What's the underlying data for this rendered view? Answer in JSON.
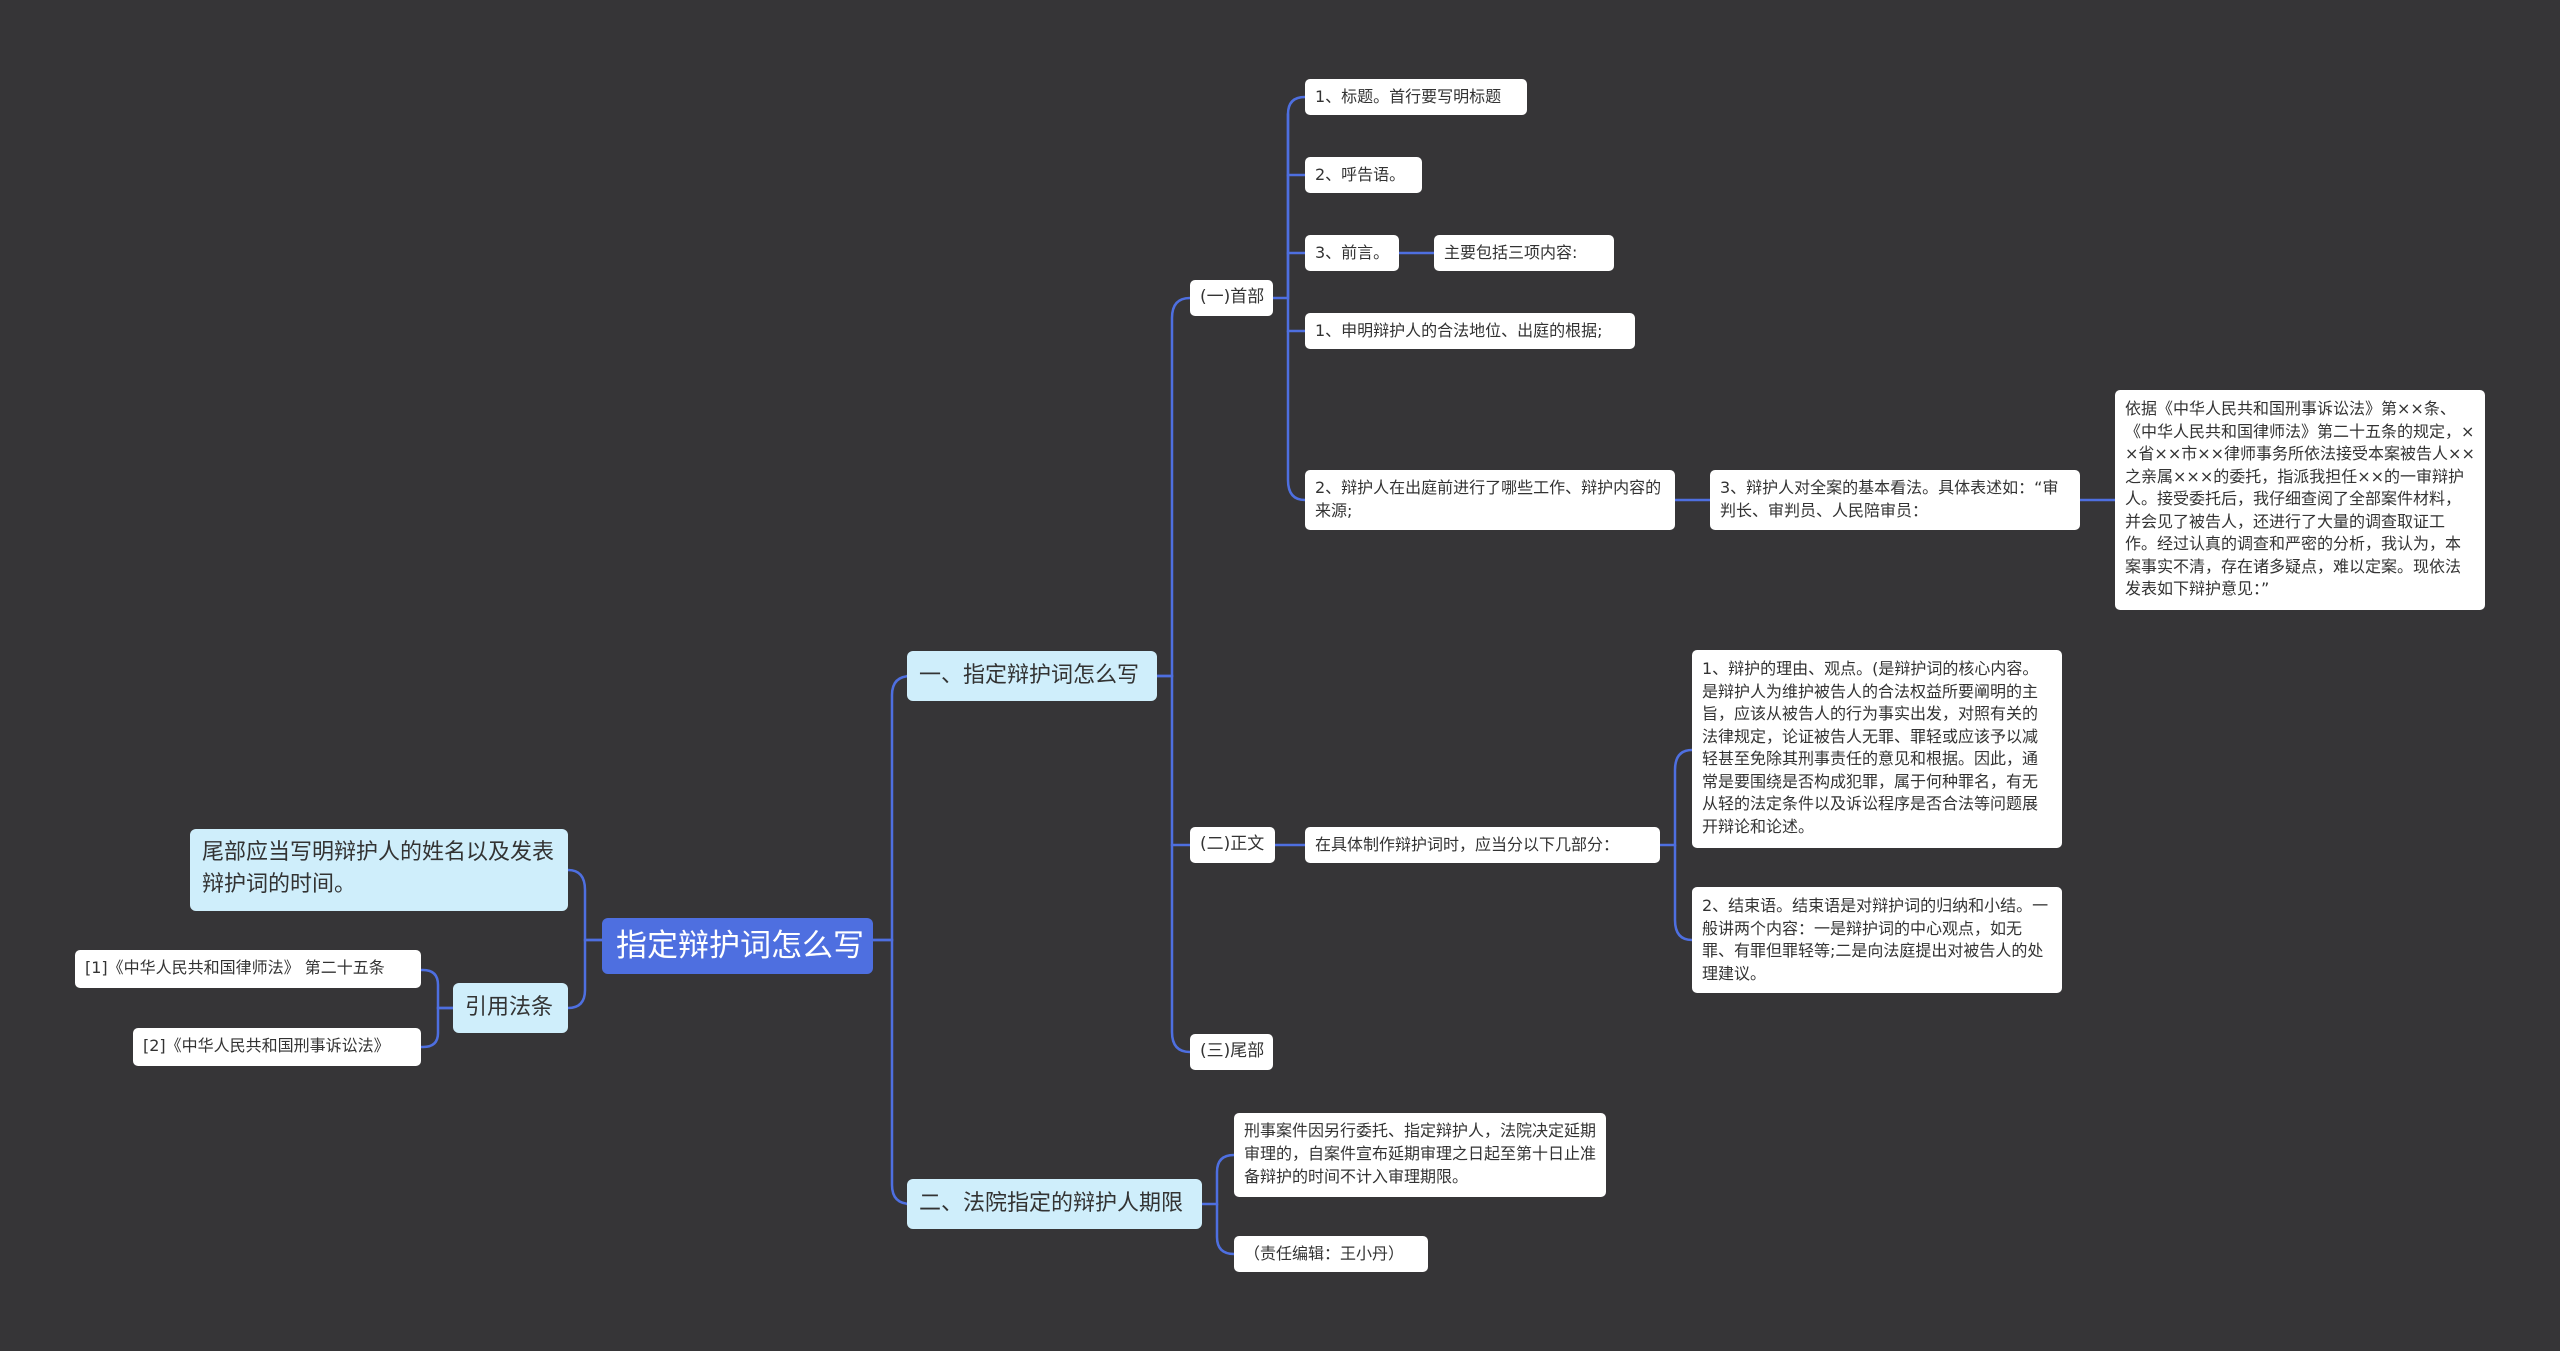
{
  "root": {
    "text": "指定辩护词怎么写"
  },
  "branches": {
    "how_to_write": {
      "text": "一、指定辩护词怎么写",
      "head": {
        "text": "(一)首部",
        "items": {
          "title": "1、标题。首行要写明标题",
          "salutation": "2、呼告语。",
          "preface": "3、前言。",
          "preface_sub": "主要包括三项内容:",
          "legal_basis": "1、申明辩护人的合法地位、出庭的根据;",
          "work_done": "2、辩护人在出庭前进行了哪些工作、辩护内容的来源;",
          "view": "3、辩护人对全案的基本看法。具体表述如：“审判长、审判员、人民陪审员：",
          "example": "依据《中华人民共和国刑事诉讼法》第××条、《中华人民共和国律师法》第二十五条的规定，××省××市××律师事务所依法接受本案被告人××之亲属×××的委托，指派我担任××的一审辩护人。接受委托后，我仔细查阅了全部案件材料，并会见了被告人，还进行了大量的调查取证工作。经过认真的调查和严密的分析，我认为，本案事实不清，存在诸多疑点，难以定案。现依法发表如下辩护意见：”"
        }
      },
      "body": {
        "text": "(二)正文",
        "intro": "在具体制作辩护词时，应当分以下几部分：",
        "reasons": "1、辩护的理由、观点。(是辩护词的核心内容。是辩护人为维护被告人的合法权益所要阐明的主旨，应该从被告人的行为事实出发，对照有关的法律规定，论证被告人无罪、罪轻或应该予以减轻甚至免除其刑事责任的意见和根据。因此，通常是要围绕是否构成犯罪，属于何种罪名，有无从轻的法定条件以及诉讼程序是否合法等问题展开辩论和论述。",
        "conclusion": "2、结束语。结束语是对辩护词的归纳和小结。一般讲两个内容：一是辩护词的中心观点，如无罪、有罪但罪轻等;二是向法庭提出对被告人的处理建议。"
      },
      "tail": {
        "text": "(三)尾部"
      }
    },
    "time_limit": {
      "text": "二、法院指定的辩护人期限",
      "rule": "刑事案件因另行委托、指定辩护人，法院决定延期审理的，自案件宣布延期审理之日起至第十日止准备辩护的时间不计入审理期限。",
      "editor": "（责任编辑：王小丹）"
    },
    "tail_note": {
      "text": "尾部应当写明辩护人的姓名以及发表辩护词的时间。"
    },
    "citations": {
      "text": "引用法条",
      "items": [
        "[1]《中华人民共和国律师法》 第二十五条",
        "[2]《中华人民共和国刑事诉讼法》"
      ]
    }
  },
  "colors": {
    "background": "#363537",
    "root": "#4e6fe0",
    "level1": "#cfeefb",
    "link": "#4e6fe0",
    "node": "#ffffff"
  }
}
